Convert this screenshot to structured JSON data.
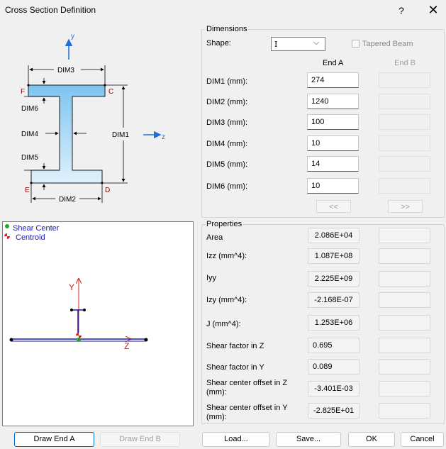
{
  "window": {
    "title": "Cross Section Definition",
    "help_label": "?",
    "close_label": "✕"
  },
  "diagram": {
    "labels": {
      "dim1": "DIM1",
      "dim2": "DIM2",
      "dim3": "DIM3",
      "dim4": "DIM4",
      "dim5": "DIM5",
      "dim6": "DIM6"
    },
    "corners": {
      "c": "C",
      "d": "D",
      "e": "E",
      "f": "F"
    },
    "axes": {
      "y": "y",
      "z": "z"
    },
    "fill_color": "#9fd3f5",
    "axis_color": "#1e6fd9"
  },
  "dimensions": {
    "group_label": "Dimensions",
    "shape_label": "Shape:",
    "shape_value": "I",
    "tapered_label": "Tapered Beam",
    "end_a_label": "End A",
    "end_b_label": "End B",
    "rows": [
      {
        "label": "DIM1 (mm):",
        "end_a": "274",
        "end_b": ""
      },
      {
        "label": "DIM2 (mm):",
        "end_a": "1240",
        "end_b": ""
      },
      {
        "label": "DIM3 (mm):",
        "end_a": "100",
        "end_b": ""
      },
      {
        "label": "DIM4 (mm):",
        "end_a": "10",
        "end_b": ""
      },
      {
        "label": "DIM5 (mm):",
        "end_a": "14",
        "end_b": ""
      },
      {
        "label": "DIM6 (mm):",
        "end_a": "10",
        "end_b": ""
      }
    ],
    "prev_label": "<<",
    "next_label": ">>"
  },
  "properties": {
    "group_label": "Properties",
    "rows": [
      {
        "label": "Area",
        "end_a": "2.086E+04",
        "end_b": ""
      },
      {
        "label": "Izz (mm^4):",
        "end_a": "1.087E+08",
        "end_b": ""
      },
      {
        "label": "Iyy",
        "end_a": "2.225E+09",
        "end_b": ""
      },
      {
        "label": "Izy (mm^4):",
        "end_a": "-2.168E-07",
        "end_b": ""
      },
      {
        "label": "J (mm^4):",
        "end_a": "1.253E+06",
        "end_b": ""
      },
      {
        "label": "Shear factor in Z",
        "end_a": "0.695",
        "end_b": ""
      },
      {
        "label": "Shear factor in Y",
        "end_a": "0.089",
        "end_b": ""
      },
      {
        "label": "Shear center offset in Z (mm):",
        "end_a": "-3.401E-03",
        "end_b": ""
      },
      {
        "label": "Shear center offset in Y (mm):",
        "end_a": "-2.825E+01",
        "end_b": ""
      }
    ]
  },
  "preview": {
    "legend_shear_center": "Shear Center",
    "legend_centroid": "Centroid",
    "axis_y": "Y",
    "axis_z": "Z",
    "shear_center_color": "#22a822",
    "centroid_color": "#e02020",
    "section_color": "#1a1aa6",
    "axis_color": "#d42020"
  },
  "buttons": {
    "draw_end_a": "Draw End A",
    "draw_end_b": "Draw End B",
    "load": "Load...",
    "save": "Save...",
    "ok": "OK",
    "cancel": "Cancel"
  }
}
